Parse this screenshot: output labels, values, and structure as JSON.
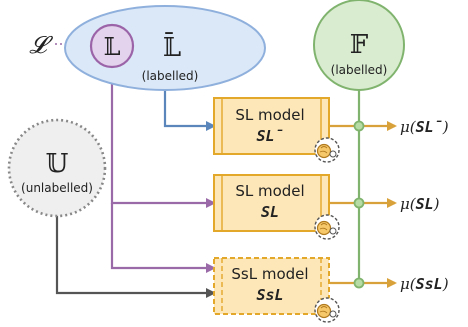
{
  "colors": {
    "labelled_fill": "#dbe8f8",
    "labelled_stroke": "#8fb0dc",
    "subset_fill": "#e3d3ec",
    "subset_stroke": "#9b64a8",
    "features_fill": "#d9ecd0",
    "features_stroke": "#80b46e",
    "unlabelled_fill": "#efefef",
    "unlabelled_stroke": "#888888",
    "model_fill": "#fde7b8",
    "model_stroke": "#e3a72a",
    "arrow_blue": "#5a86bc",
    "arrow_purple": "#9a6aa8",
    "arrow_grey": "#555555",
    "arrow_orange": "#d9a13a",
    "metric_node": "#b7dca5"
  },
  "nodes": {
    "loss_symbol": "𝓛",
    "subset_symbol": "𝕃",
    "labelled_symbol": "𝕃̄",
    "labelled_caption": "(labelled)",
    "features_symbol": "𝔽",
    "features_caption": "(labelled)",
    "unlabelled_symbol": "𝕌",
    "unlabelled_caption": "(unlabelled)"
  },
  "models": [
    {
      "title": "SL model",
      "subtitle": "SL̄",
      "metric_prefix": "μ(",
      "metric_value": "SL̄",
      "metric_suffix": ")"
    },
    {
      "title": "SL model",
      "subtitle": "SL",
      "metric_prefix": "μ(",
      "metric_value": "SL",
      "metric_suffix": ")"
    },
    {
      "title": "SsL model",
      "subtitle": "SsL",
      "metric_prefix": "μ(",
      "metric_value": "SsL",
      "metric_suffix": ")"
    }
  ],
  "icons": {
    "brain_gear": "brain-gear-icon"
  }
}
